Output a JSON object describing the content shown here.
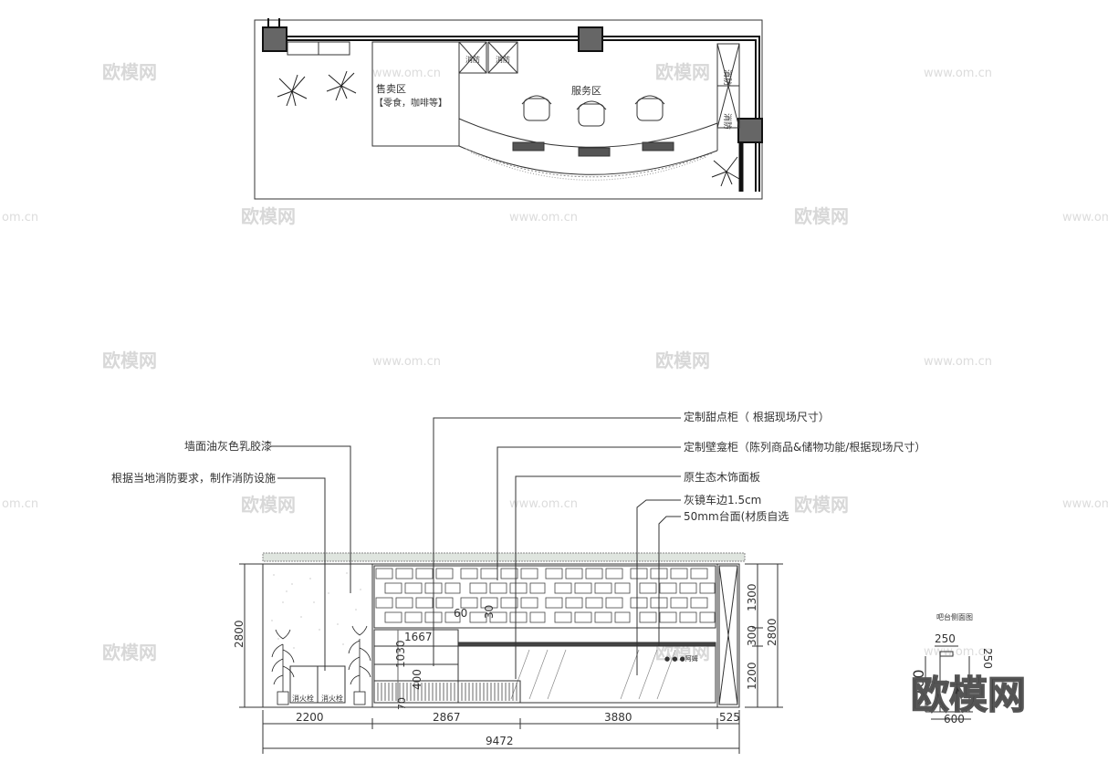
{
  "watermark": {
    "brand": "欧模网",
    "url": "www.om.cn",
    "url_partial": "om.cn",
    "big_logo": "欧模网"
  },
  "plan": {
    "sale_zone": "售卖区",
    "sale_zone_note": "【零食，咖啡等】",
    "service_zone": "服务区",
    "fire_box_1": "消防",
    "fire_box_2": "消防",
    "side_label_1": "消防",
    "side_label_2": "消防"
  },
  "elevation": {
    "callouts": [
      "墙面油灰色乳胶漆",
      "根据当地消防要求，制作消防设施",
      "定制甜点柜（ 根据现场尺寸）",
      "定制壁龛柜（陈列商品&储物功能/根据现场尺寸）",
      "原生态木饰面板",
      "灰镜车边1.5cm",
      "50mm台面(材质自选"
    ],
    "fire_labels": [
      "消火栓",
      "消火栓"
    ],
    "counter_brand": "●  ●  ●阿姆",
    "inner_dims": [
      "60",
      "30",
      "1667",
      "1030",
      "400",
      "70"
    ],
    "left_height": "2800",
    "right_heights": [
      "1300",
      "300",
      "1200"
    ],
    "right_total": "2800",
    "bottom_dims": [
      "2200",
      "2867",
      "3880",
      "525"
    ],
    "total_width": "9472"
  },
  "side_section": {
    "title": "吧台侧面图",
    "dim_top": "250",
    "dim_side": "250",
    "dim_mid": "700",
    "dim_bottom": "600"
  }
}
